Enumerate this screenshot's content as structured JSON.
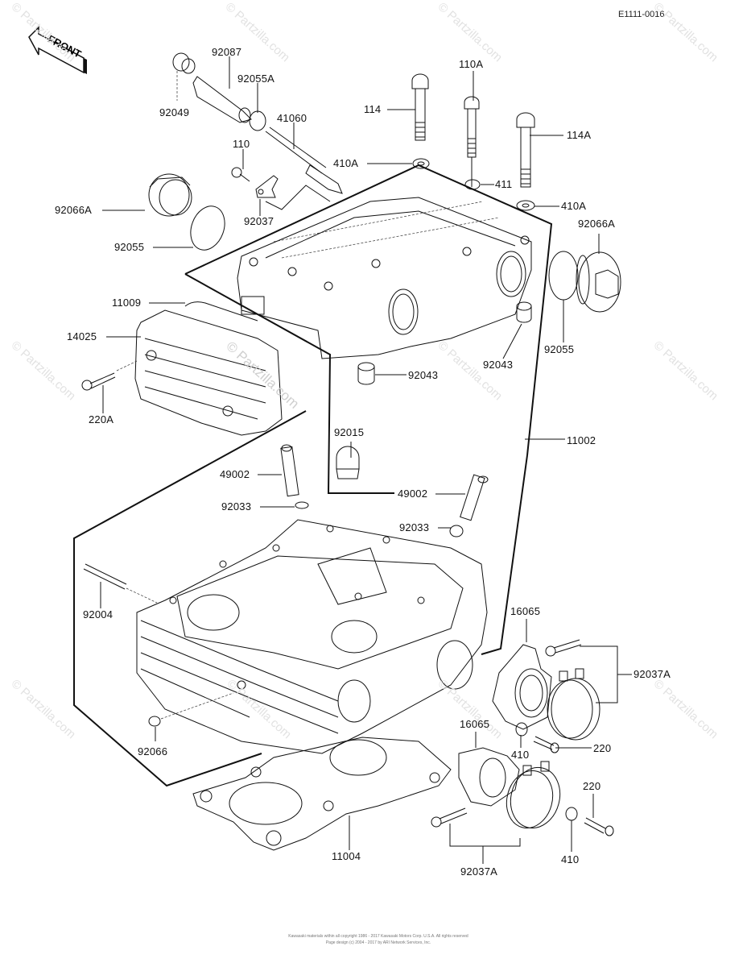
{
  "diagram": {
    "reference_code": "E1111-0016",
    "front_indicator": "FRONT",
    "watermark": "© Partzilla.com",
    "copyright": {
      "line1": "Kawasaki materials within all copyright 1986 - 2017 Kawasaki Motors Corp. U.S.A. All rights reserved",
      "line2": "Page design (c) 2004 - 2017 by ARI Network Services, Inc."
    },
    "callouts": [
      {
        "id": "92087",
        "part": "oil-pipe-tube"
      },
      {
        "id": "92055A",
        "part": "o-ring"
      },
      {
        "id": "92049",
        "part": "oil-seal"
      },
      {
        "id": "41060",
        "part": "tachometer-shaft"
      },
      {
        "id": "110",
        "part": "bolt"
      },
      {
        "id": "92037",
        "part": "clamp"
      },
      {
        "id": "92066A",
        "part": "plug-left"
      },
      {
        "id": "92055",
        "part": "o-ring-left"
      },
      {
        "id": "11009",
        "part": "gasket-cover"
      },
      {
        "id": "14025",
        "part": "cover"
      },
      {
        "id": "220A",
        "part": "screw"
      },
      {
        "id": "114",
        "part": "bolt-114"
      },
      {
        "id": "110A",
        "part": "bolt-110a"
      },
      {
        "id": "114A",
        "part": "bolt-114a"
      },
      {
        "id": "410A",
        "part": "washer-left"
      },
      {
        "id": "411",
        "part": "washer-411"
      },
      {
        "id": "410A",
        "part": "washer-right"
      },
      {
        "id": "92066A",
        "part": "plug-right"
      },
      {
        "id": "92055",
        "part": "o-ring-right"
      },
      {
        "id": "92043",
        "part": "dowel-right"
      },
      {
        "id": "92043",
        "part": "dowel-center"
      },
      {
        "id": "11002",
        "part": "camshaft-cap"
      },
      {
        "id": "92015",
        "part": "cap-nut"
      },
      {
        "id": "49002",
        "part": "spark-tube-left"
      },
      {
        "id": "92033",
        "part": "circlip-left"
      },
      {
        "id": "49002",
        "part": "spark-tube-right"
      },
      {
        "id": "92033",
        "part": "circlip-right"
      },
      {
        "id": "92004",
        "part": "stud"
      },
      {
        "id": "92066",
        "part": "plug-bottom"
      },
      {
        "id": "16065",
        "part": "intake-holder-upper"
      },
      {
        "id": "92037A",
        "part": "clamp-upper"
      },
      {
        "id": "410",
        "part": "washer-upper"
      },
      {
        "id": "220",
        "part": "bolt-upper"
      },
      {
        "id": "16065",
        "part": "intake-holder-lower"
      },
      {
        "id": "220",
        "part": "bolt-lower"
      },
      {
        "id": "410",
        "part": "washer-lower"
      },
      {
        "id": "92037A",
        "part": "clamp-lower"
      },
      {
        "id": "11004",
        "part": "head-gasket"
      }
    ]
  }
}
